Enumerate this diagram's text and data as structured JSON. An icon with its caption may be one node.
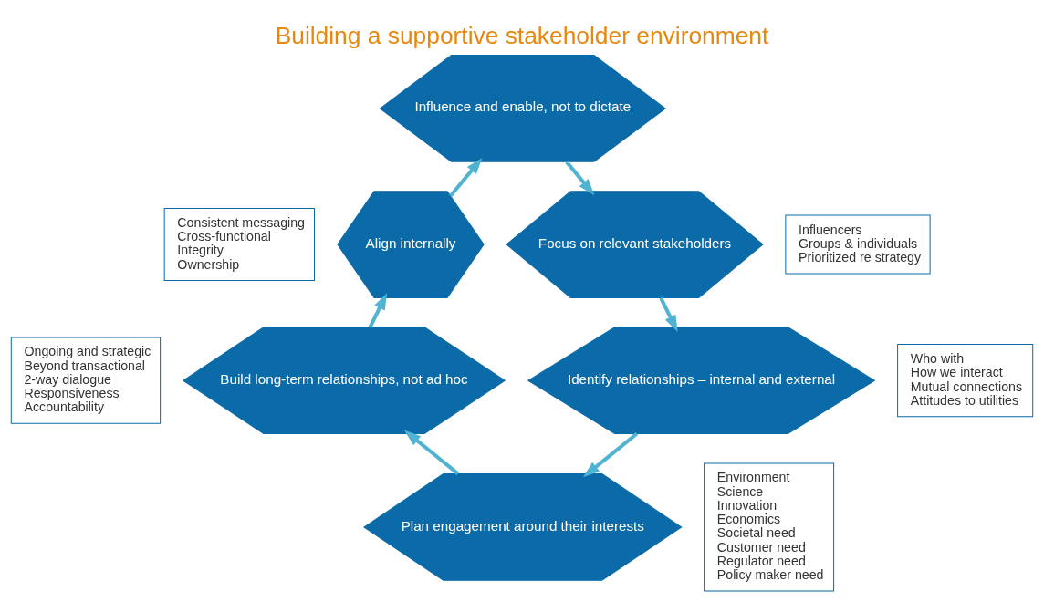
{
  "diagram": {
    "title": "Building a supportive stakeholder environment",
    "nodes": [
      {
        "text": [
          "Influence and enable, not to dictate"
        ]
      },
      {
        "text": [
          "Consistent messaging",
          "Cross-functional",
          "Integrity",
          "Ownership"
        ]
      },
      {
        "text": [
          "Align internally"
        ]
      },
      {
        "text": [
          "Focus on relevant stakeholders"
        ]
      },
      {
        "text": [
          "Influencers",
          "Groups & individuals",
          "Prioritized re strategy"
        ]
      },
      {
        "text": [
          "Ongoing and strategic",
          "Beyond transactional",
          "2-way dialogue",
          "Responsiveness",
          "Accountability"
        ]
      },
      {
        "text": [
          "Build long-term relationships, not ad hoc"
        ]
      },
      {
        "text": [
          "Identify relationships – internal and external"
        ]
      },
      {
        "text": [
          "Who with",
          "How we interact",
          "Mutual connections",
          "Attitudes to utilities"
        ]
      },
      {
        "text": [
          "Plan engagement around their interests"
        ]
      },
      {
        "text": [
          "Environment",
          "Science",
          "Innovation",
          "Economics",
          "Societal need",
          "Customer need",
          "Regulator need",
          "Policy maker need"
        ]
      }
    ],
    "edges": [
      {
        "from": 2,
        "to": 0,
        "arrow": "to"
      },
      {
        "from": 0,
        "to": 3,
        "arrow": "to"
      },
      {
        "from": 3,
        "to": 7,
        "arrow": "to"
      },
      {
        "from": 7,
        "to": 9,
        "arrow": "to"
      },
      {
        "from": 9,
        "to": 6,
        "arrow": "to"
      },
      {
        "from": 6,
        "to": 2,
        "arrow": "to"
      }
    ]
  }
}
